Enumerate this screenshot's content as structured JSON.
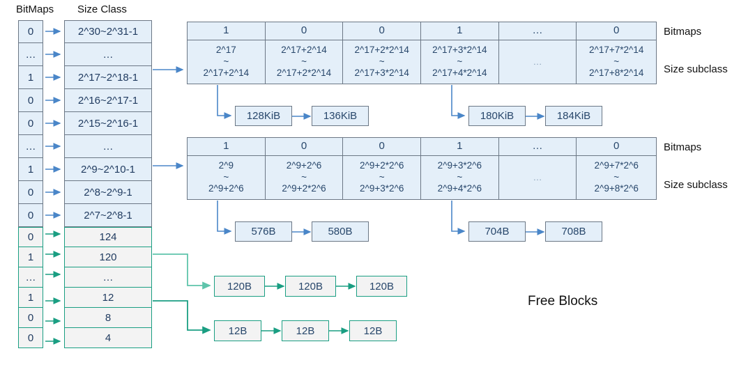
{
  "headers": {
    "bitmaps": "BitMaps",
    "size_class": "Size Class"
  },
  "side_labels": {
    "bitmaps": "Bitmaps",
    "size_subclass": "Size subclass"
  },
  "free_blocks_label": "Free Blocks",
  "colors": {
    "blue_fill": "#e4eff9",
    "blue_border": "#6b7785",
    "blue_arrow": "#4a86c8",
    "green_border": "#1a9e82",
    "green_fill": "#f3f3f3",
    "text": "#28476b"
  },
  "left_column": {
    "rows": [
      {
        "bit": "0",
        "size_class": "2^30~2^31-1",
        "style": "blue"
      },
      {
        "bit": "…",
        "size_class": "…",
        "style": "blue"
      },
      {
        "bit": "1",
        "size_class": "2^17~2^18-1",
        "style": "blue"
      },
      {
        "bit": "0",
        "size_class": "2^16~2^17-1",
        "style": "blue"
      },
      {
        "bit": "0",
        "size_class": "2^15~2^16-1",
        "style": "blue"
      },
      {
        "bit": "…",
        "size_class": "…",
        "style": "blue"
      },
      {
        "bit": "1",
        "size_class": "2^9~2^10-1",
        "style": "blue"
      },
      {
        "bit": "0",
        "size_class": "2^8~2^9-1",
        "style": "blue"
      },
      {
        "bit": "0",
        "size_class": "2^7~2^8-1",
        "style": "blue"
      },
      {
        "bit": "0",
        "size_class": "124",
        "style": "green"
      },
      {
        "bit": "1",
        "size_class": "120",
        "style": "green"
      },
      {
        "bit": "…",
        "size_class": "…",
        "style": "green"
      },
      {
        "bit": "1",
        "size_class": "12",
        "style": "green"
      },
      {
        "bit": "0",
        "size_class": "8",
        "style": "green"
      },
      {
        "bit": "0",
        "size_class": "4",
        "style": "green"
      }
    ]
  },
  "subclass_tables": [
    {
      "id": "table-2p17",
      "bitmaps": [
        "1",
        "0",
        "0",
        "1",
        "…",
        "0"
      ],
      "subclasses": [
        {
          "from": "2^17",
          "tilde": "~",
          "to": "2^17+2^14"
        },
        {
          "from": "2^17+2^14",
          "tilde": "~",
          "to": "2^17+2*2^14"
        },
        {
          "from": "2^17+2*2^14",
          "tilde": "~",
          "to": "2^17+3*2^14"
        },
        {
          "from": "2^17+3*2^14",
          "tilde": "~",
          "to": "2^17+4*2^14"
        },
        {
          "from": "",
          "tilde": "…",
          "to": ""
        },
        {
          "from": "2^17+7*2^14",
          "tilde": "~",
          "to": "2^17+8*2^14"
        }
      ],
      "free_lists": [
        {
          "boxes": [
            "128KiB",
            "136KiB"
          ]
        },
        {
          "boxes": [
            "180KiB",
            "184KiB"
          ]
        }
      ]
    },
    {
      "id": "table-2p9",
      "bitmaps": [
        "1",
        "0",
        "0",
        "1",
        "…",
        "0"
      ],
      "subclasses": [
        {
          "from": "2^9",
          "tilde": "~",
          "to": "2^9+2^6"
        },
        {
          "from": "2^9+2^6",
          "tilde": "~",
          "to": "2^9+2*2^6"
        },
        {
          "from": "2^9+2*2^6",
          "tilde": "~",
          "to": "2^9+3*2^6"
        },
        {
          "from": "2^9+3*2^6",
          "tilde": "~",
          "to": "2^9+4*2^6"
        },
        {
          "from": "",
          "tilde": "…",
          "to": ""
        },
        {
          "from": "2^9+7*2^6",
          "tilde": "~",
          "to": "2^9+8*2^6"
        }
      ],
      "free_lists": [
        {
          "boxes": [
            "576B",
            "580B"
          ]
        },
        {
          "boxes": [
            "704B",
            "708B"
          ]
        }
      ]
    }
  ],
  "small_free_lists": [
    {
      "id": "list-120b",
      "boxes": [
        "120B",
        "120B",
        "120B"
      ]
    },
    {
      "id": "list-12b",
      "boxes": [
        "12B",
        "12B",
        "12B"
      ]
    }
  ]
}
